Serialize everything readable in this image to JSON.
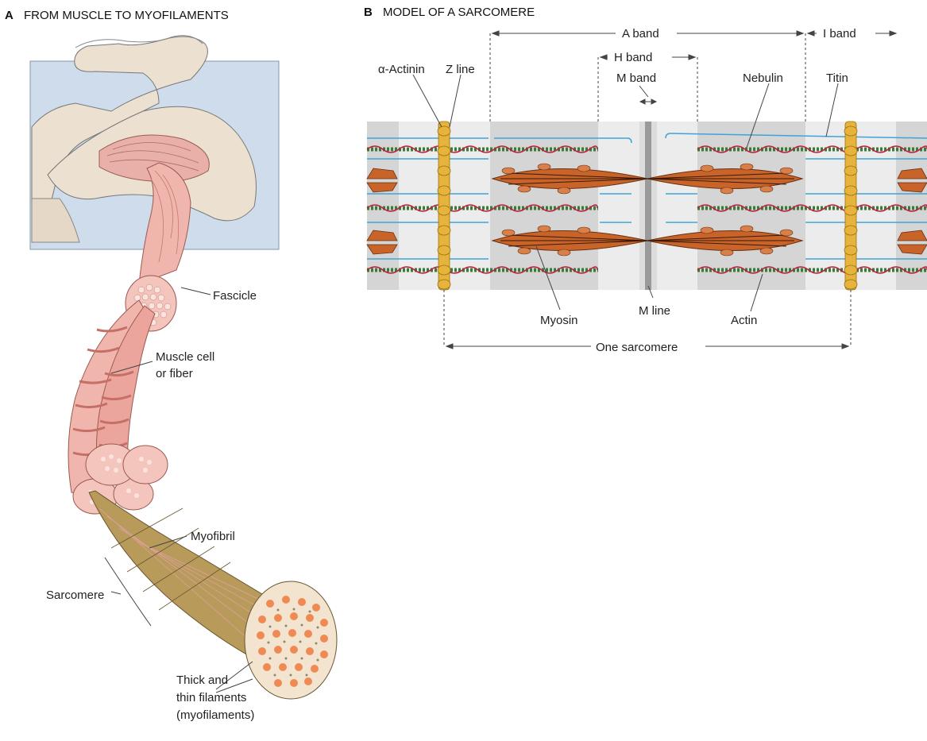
{
  "panel_a": {
    "letter": "A",
    "title": "FROM MUSCLE TO MYOFILAMENTS",
    "labels": {
      "fascicle": "Fascicle",
      "muscle_cell_1": "Muscle cell",
      "muscle_cell_2": "or fiber",
      "myofibril": "Myofibril",
      "sarcomere": "Sarcomere",
      "filaments_1": "Thick and",
      "filaments_2": "thin filaments",
      "filaments_3": "(myofilaments)"
    }
  },
  "panel_b": {
    "letter": "B",
    "title": "MODEL OF A SARCOMERE",
    "labels": {
      "a_band": "A band",
      "i_band": "I band",
      "h_band": "H band",
      "m_band": "M band",
      "alpha_actinin": "α-Actinin",
      "z_line": "Z line",
      "nebulin": "Nebulin",
      "titin": "Titin",
      "myosin": "Myosin",
      "m_line": "M line",
      "actin": "Actin",
      "one_sarcomere": "One sarcomere"
    }
  },
  "colors": {
    "a_band_shade": "#d5d5d5",
    "i_band_shade": "#ececec",
    "myosin": "#c8642a",
    "z_line": "#e6b43c",
    "actin_green": "#3a7a3a",
    "nebulin_red": "#c02040",
    "titin_blue": "#3fa3d8",
    "muscle_pink": "#f0b5ad",
    "skin": "#ece0d0",
    "panel_bg": "#cfdcec"
  }
}
